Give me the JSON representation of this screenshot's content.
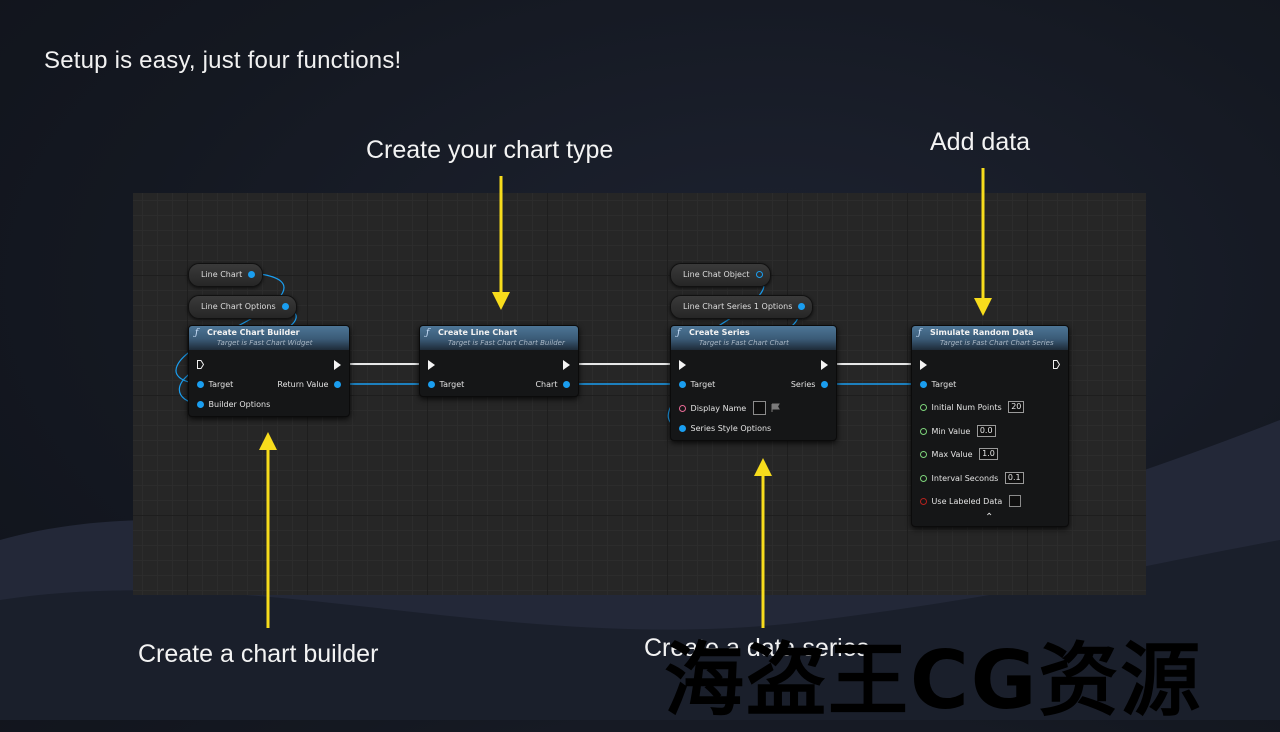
{
  "slide": {
    "title": "Setup is easy, just four functions!"
  },
  "captions": {
    "chart_type": "Create your chart type",
    "add_data": "Add data",
    "chart_builder": "Create a chart builder",
    "data_series": "Create a data series"
  },
  "variables": {
    "line_chart": "Line Chart",
    "line_chart_options": "Line Chart Options",
    "line_chat_object": "Line Chat Object",
    "line_chart_series_options": "Line Chart Series 1 Options"
  },
  "nodes": {
    "create_chart_builder": {
      "title": "Create Chart Builder",
      "subtitle": "Target is Fast Chart Widget",
      "target": "Target",
      "return_value": "Return Value",
      "builder_options": "Builder Options"
    },
    "create_line_chart": {
      "title": "Create Line Chart",
      "subtitle": "Target is Fast Chart Chart Builder",
      "target": "Target",
      "chart": "Chart"
    },
    "create_series": {
      "title": "Create Series",
      "subtitle": "Target is Fast Chart Chart",
      "target": "Target",
      "series": "Series",
      "display_name": "Display Name",
      "series_style_options": "Series Style Options"
    },
    "simulate_random_data": {
      "title": "Simulate Random Data",
      "subtitle": "Target is Fast Chart Chart Series",
      "target": "Target",
      "initial_num_points": "Initial Num Points",
      "initial_num_points_value": "20",
      "min_value": "Min Value",
      "min_value_value": "0.0",
      "max_value": "Max Value",
      "max_value_value": "1.0",
      "interval_seconds": "Interval Seconds",
      "interval_seconds_value": "0.1",
      "use_labeled_data": "Use Labeled Data",
      "expand_glyph": "⌃"
    }
  },
  "watermark": "海盗王CG资源",
  "colors": {
    "arrow": "#f7dc1c",
    "object_pin": "#1a9ef0",
    "string_pin": "#e86a95",
    "float_pin": "#7dd37a",
    "bool_pin": "#b3221e",
    "header": "#3a5a76"
  }
}
